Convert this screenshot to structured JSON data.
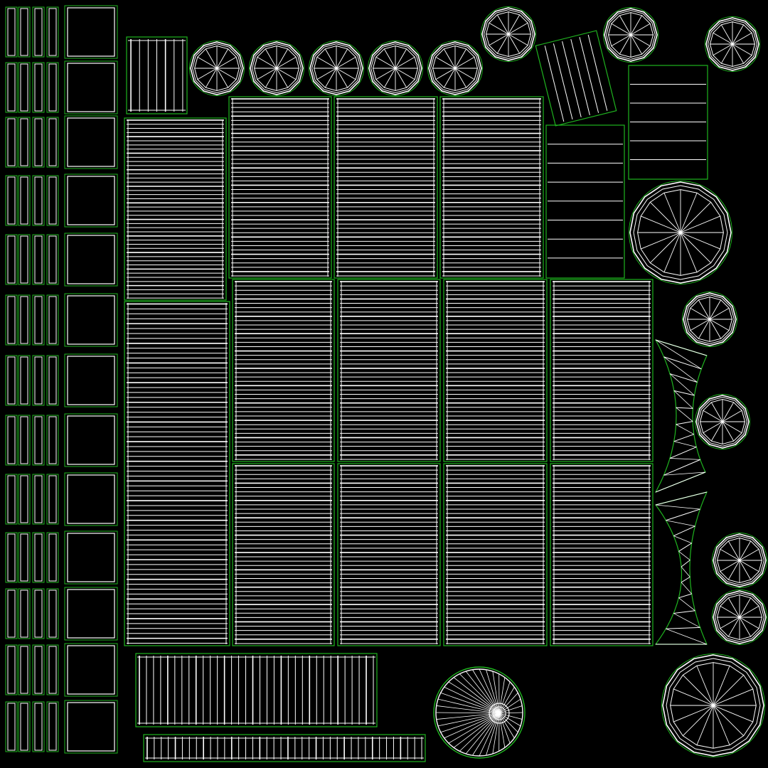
{
  "colors": {
    "background": "#000000",
    "wire": "#ffffff",
    "border": "#1fb31f"
  },
  "uv_layout": {
    "left_column_row_count": 13,
    "top_disc_count": 5,
    "tread_grid": {
      "upper_rows": 1,
      "upper_cols": 3,
      "lower_rows": 2,
      "lower_cols": 4
    }
  }
}
